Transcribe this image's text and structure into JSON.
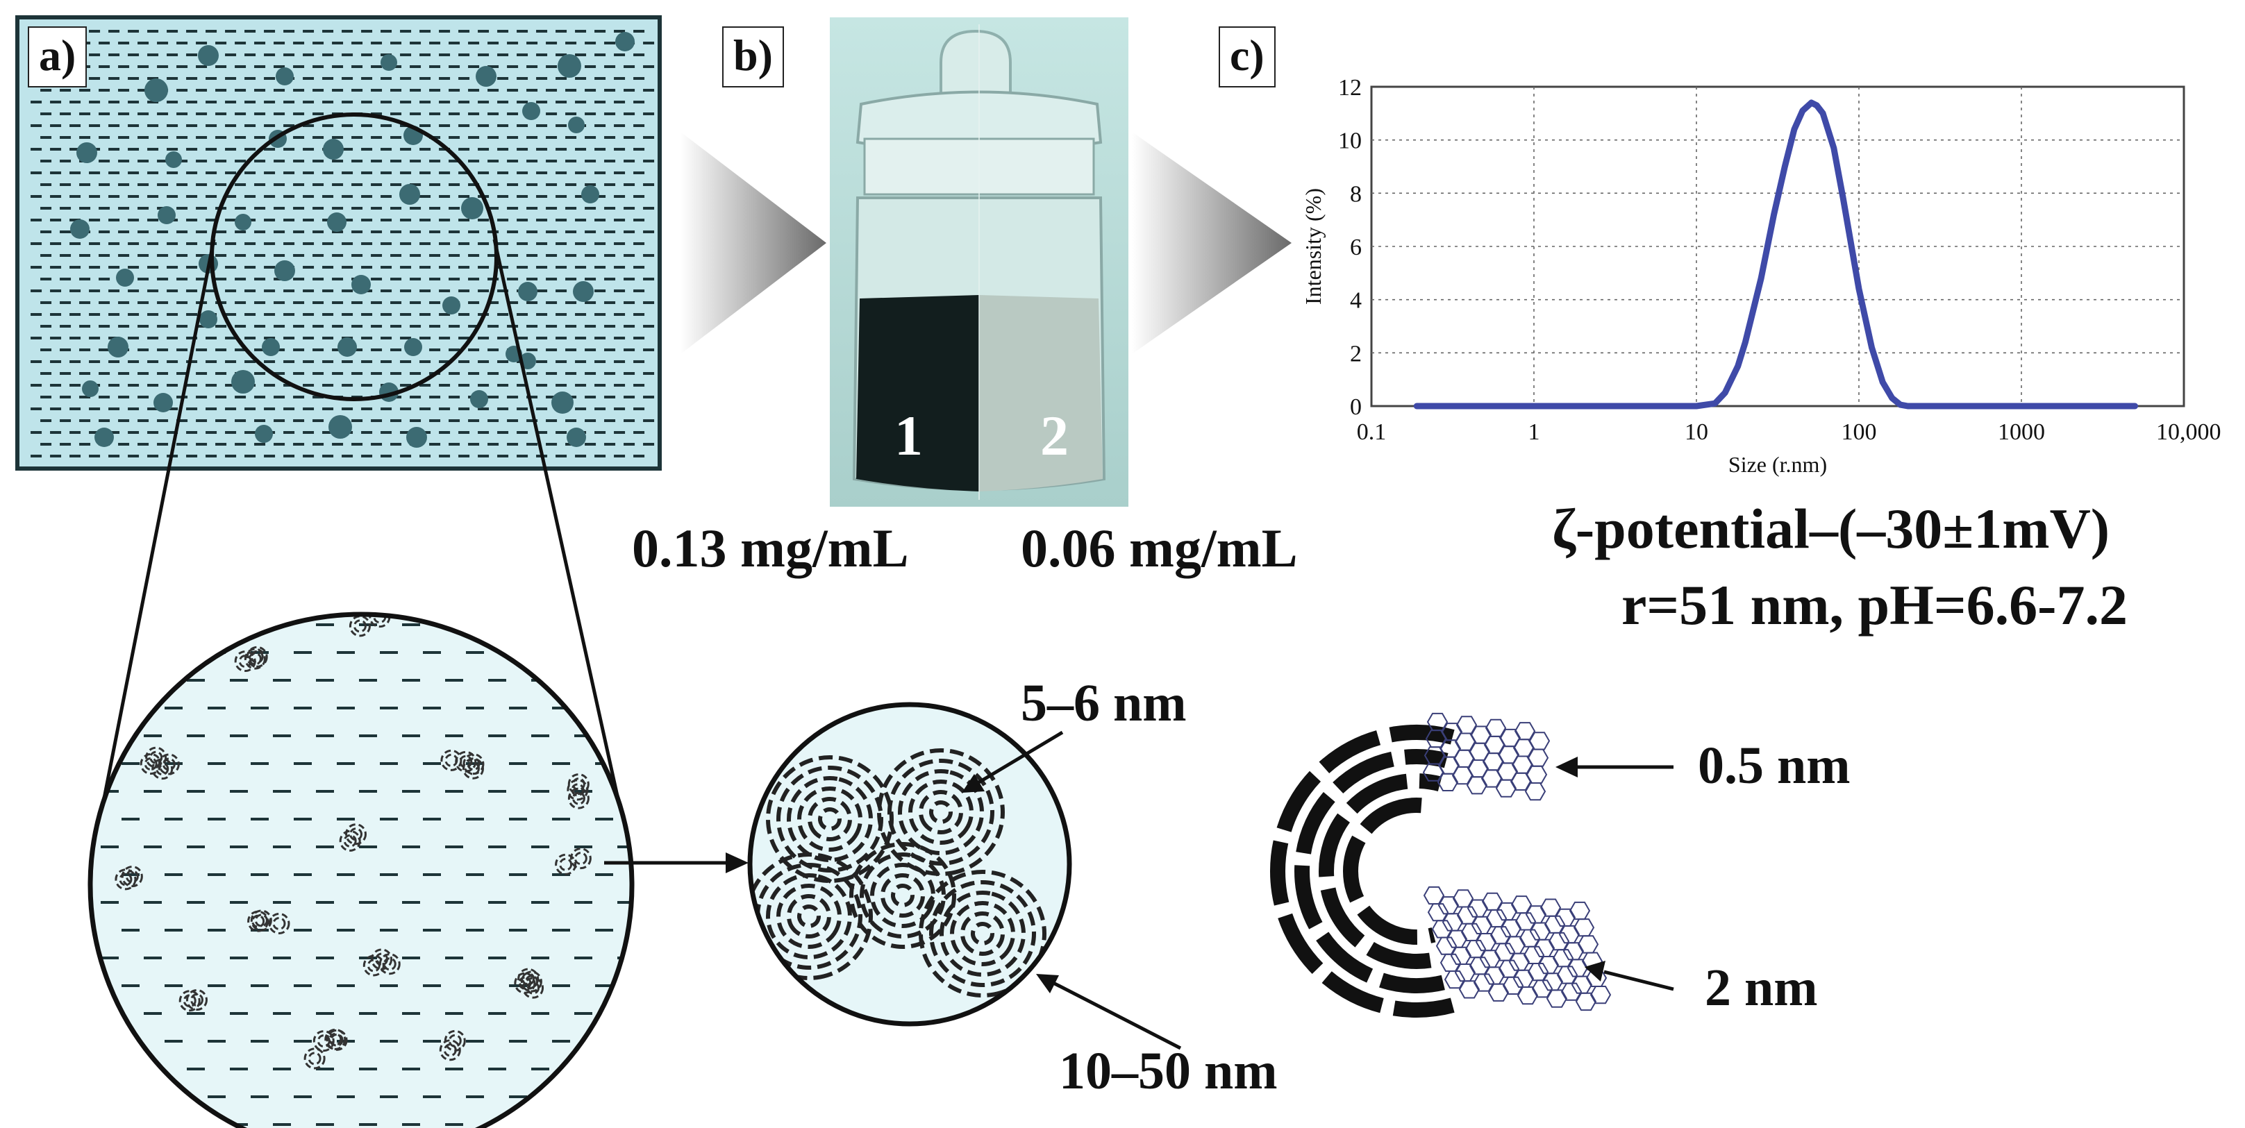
{
  "panels": {
    "a_label": "a)",
    "b_label": "b)",
    "c_label": "c)"
  },
  "jar": {
    "sample1_label": "1",
    "sample2_label": "2",
    "conc1": "0.13 mg/mL",
    "conc2": "0.06 mg/mL"
  },
  "dls": {
    "zeta_line": "ζ-potential–(–30±1mV)",
    "r_line": "r=51 nm, pH=6.6-7.2"
  },
  "sizes": {
    "cluster_size": "5–6 nm",
    "agglomerate_size": "10–50 nm",
    "inner_spacing": "0.5 nm",
    "shell_thickness": "2 nm"
  },
  "chart_data": {
    "type": "line",
    "xlabel": "Size (r.nm)",
    "ylabel": "Intensity (%)",
    "x_scale": "log",
    "xlim": [
      0.1,
      10000
    ],
    "ylim": [
      0,
      12
    ],
    "x_ticks": [
      0.1,
      1,
      10,
      100,
      1000,
      10000
    ],
    "x_tick_labels": [
      "0.1",
      "1",
      "10",
      "100",
      "1000",
      "10,000"
    ],
    "y_ticks": [
      0,
      2,
      4,
      6,
      8,
      10,
      12
    ],
    "y_tick_labels": [
      "0",
      "2",
      "4",
      "6",
      "8",
      "10",
      "12"
    ],
    "grid": true,
    "series": [
      {
        "color": "#3f4aa8",
        "x": [
          0.19,
          1,
          5,
          10,
          13,
          15,
          18,
          20,
          25,
          30,
          35,
          40,
          45,
          51,
          55,
          60,
          70,
          80,
          90,
          100,
          120,
          140,
          160,
          180,
          200,
          1000,
          5000
        ],
        "y": [
          0,
          0,
          0,
          0,
          0.1,
          0.5,
          1.5,
          2.4,
          4.8,
          7.2,
          9.0,
          10.4,
          11.1,
          11.4,
          11.3,
          11.0,
          9.7,
          7.8,
          6.0,
          4.4,
          2.2,
          0.9,
          0.3,
          0.05,
          0,
          0,
          0
        ]
      }
    ]
  },
  "colors": {
    "fluid": "#bfe4ea",
    "fluid_light": "#e6f6f8",
    "particle": "#3c6b73",
    "dash": "#1d3438",
    "jar_bg": "#bfe0de",
    "dark_liquid": "#121e1e",
    "light_liquid": "#b9c9c2",
    "curve": "#3f4aa8"
  }
}
